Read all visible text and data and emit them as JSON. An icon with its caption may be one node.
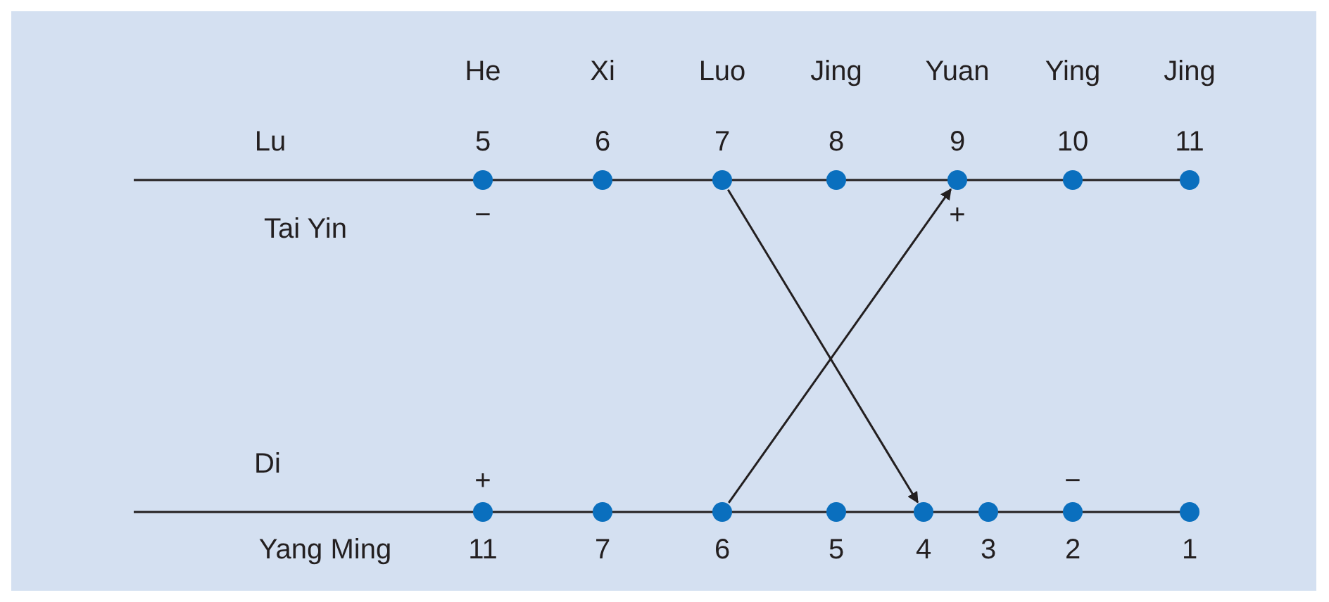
{
  "diagram": {
    "nodes": [
      {
        "text": [],
        "shape": "circle",
        "beside": [
          "5",
          "−"
        ]
      },
      {
        "text": [],
        "shape": "circle",
        "beside": [
          "6"
        ]
      },
      {
        "text": [],
        "shape": "circle",
        "beside": [
          "7"
        ]
      },
      {
        "text": [],
        "shape": "circle",
        "beside": [
          "8"
        ]
      },
      {
        "text": [],
        "shape": "circle",
        "beside": [
          "9",
          "+"
        ]
      },
      {
        "text": [],
        "shape": "circle",
        "beside": [
          "10"
        ]
      },
      {
        "text": [],
        "shape": "circle",
        "beside": [
          "11"
        ]
      },
      {
        "text": [],
        "shape": "circle",
        "beside": [
          "11",
          "+"
        ]
      },
      {
        "text": [],
        "shape": "circle",
        "beside": [
          "7"
        ]
      },
      {
        "text": [],
        "shape": "circle",
        "beside": [
          "6"
        ]
      },
      {
        "text": [],
        "shape": "circle",
        "beside": [
          "5"
        ]
      },
      {
        "text": [],
        "shape": "circle",
        "beside": [
          "4"
        ]
      },
      {
        "text": [],
        "shape": "circle",
        "beside": [
          "3"
        ]
      },
      {
        "text": [],
        "shape": "circle",
        "beside": [
          "2",
          "−"
        ]
      },
      {
        "text": [],
        "shape": "circle",
        "beside": [
          "1"
        ]
      }
    ],
    "edges": [
      {
        "from": 2,
        "to": 11,
        "arrow": "to"
      },
      {
        "from": 9,
        "to": 4,
        "arrow": "to"
      }
    ],
    "labels": [
      "He",
      "Xi",
      "Luo",
      "Jing",
      "Yuan",
      "Ying",
      "Jing",
      "Lu",
      "Tai Yin",
      "Di",
      "Yang Ming"
    ]
  }
}
